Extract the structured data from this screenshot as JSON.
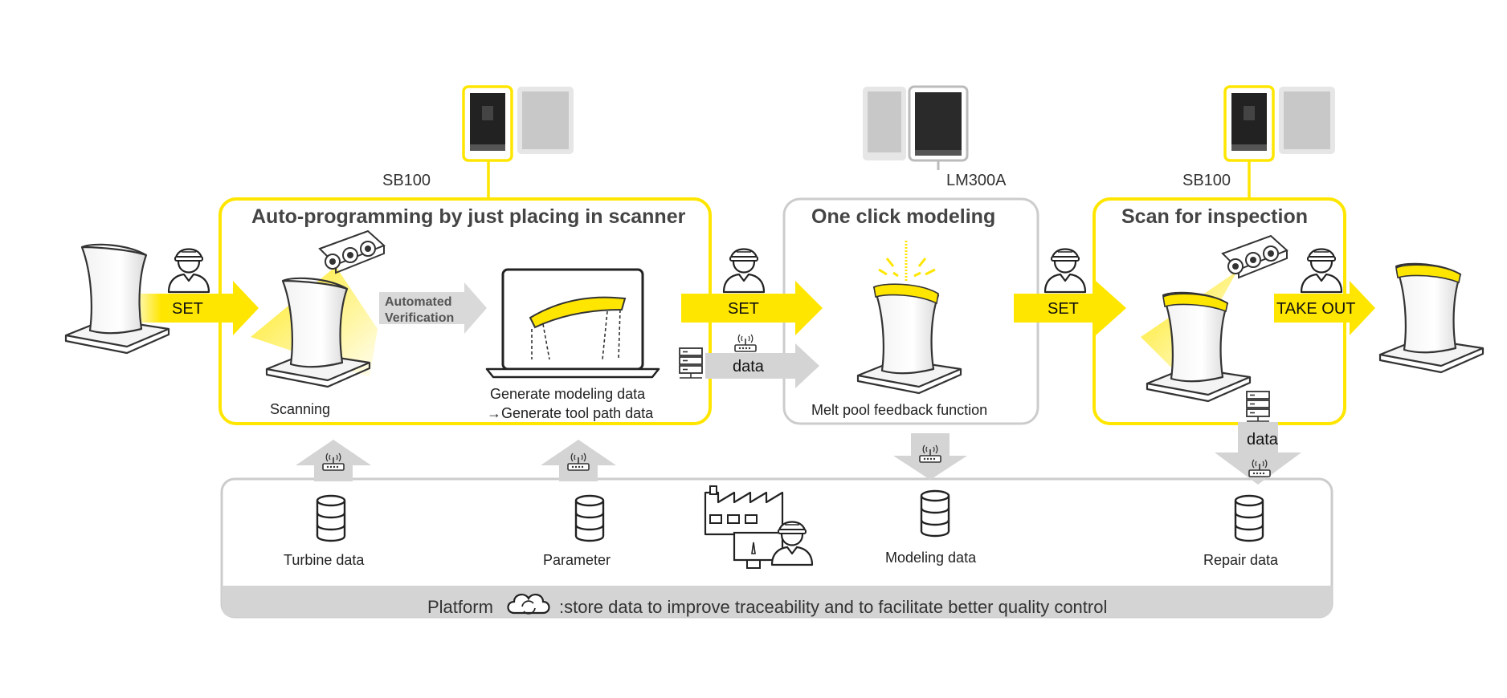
{
  "machines": {
    "sb100_left": "SB100",
    "lm300a": "LM300A",
    "sb100_right": "SB100"
  },
  "stages": {
    "auto_programming": {
      "title": "Auto-programming by just placing in scanner",
      "scanning": "Scanning",
      "verification_line1": "Automated",
      "verification_line2": "Verification",
      "generate_line1": "Generate modeling data",
      "generate_line2": "→Generate tool path data"
    },
    "modeling": {
      "title": "One click modeling",
      "feedback": "Melt pool feedback function"
    },
    "inspection": {
      "title": "Scan for inspection"
    }
  },
  "flow": {
    "set_1": "SET",
    "set_2": "SET",
    "set_3": "SET",
    "take_out": "TAKE OUT",
    "data_1": "data",
    "data_2": "data"
  },
  "platform": {
    "databases": [
      "Turbine data",
      "Parameter",
      "Modeling data",
      "Repair data"
    ],
    "label": "Platform",
    "description": ":store data to improve traceability and to facilitate better quality control"
  },
  "colors": {
    "accent_yellow": "#FFE600",
    "gray_box": "#c8c8c8",
    "arrow_gray": "#d4d4d4",
    "platform_bar": "#cfcfcf"
  }
}
